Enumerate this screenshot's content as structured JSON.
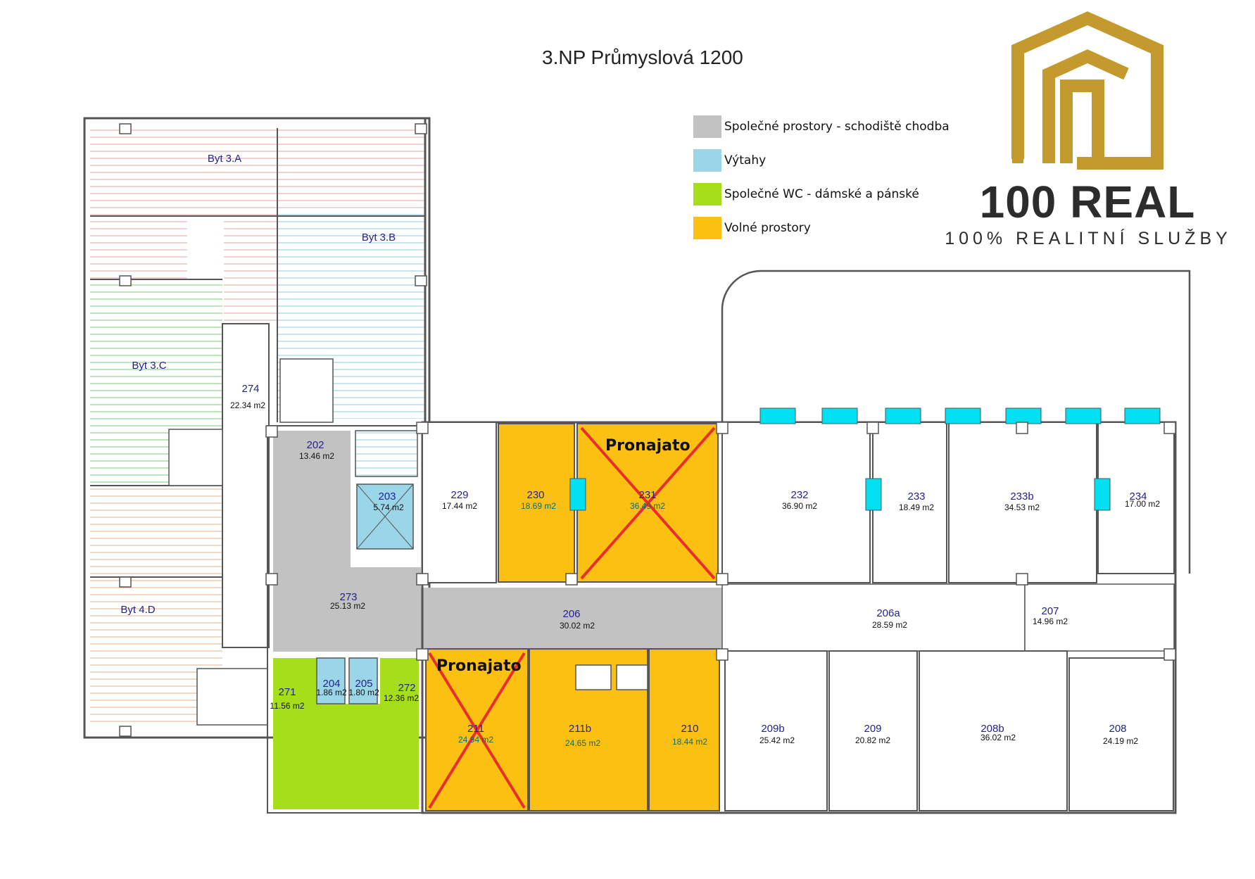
{
  "title": "3.NP Průmyslová 1200",
  "legend": [
    {
      "label": "Společné prostory - schodiště chodba",
      "color": "#c2c2c2"
    },
    {
      "label": "Výtahy",
      "color": "#9ad6e8"
    },
    {
      "label": "Společné WC - dámské a pánské",
      "color": "#a6de1c"
    },
    {
      "label": "Volné prostory",
      "color": "#fbc012"
    }
  ],
  "brand": {
    "name": "100 REAL",
    "tagline": "100% REALITNÍ SLUŽBY",
    "gold": "#c49a2e",
    "dark": "#2c2c2c"
  },
  "colors": {
    "common": "#c2c2c2",
    "lift": "#9ad6e8",
    "wc": "#a6de1c",
    "free": "#fbc012",
    "cross": "#e8302a",
    "wall": "#555555",
    "window_box": "#00e0f0"
  },
  "flats": [
    {
      "name": "Byt 3.A"
    },
    {
      "name": "Byt 3.B"
    },
    {
      "name": "Byt 3.C"
    },
    {
      "name": "Byt 4.D"
    }
  ],
  "rooms": {
    "r274": {
      "num": "274",
      "area": "22.34 m2"
    },
    "r202": {
      "num": "202",
      "area": "13.46 m2"
    },
    "r203": {
      "num": "203",
      "area": "5.74 m2"
    },
    "r229": {
      "num": "229",
      "area": "17.44 m2"
    },
    "r230": {
      "num": "230",
      "area": "18.69 m2"
    },
    "r231": {
      "num": "231",
      "area": "36.49 m2"
    },
    "r232": {
      "num": "232",
      "area": "36.90 m2"
    },
    "r233": {
      "num": "233",
      "area": "18.49 m2"
    },
    "r233b": {
      "num": "233b",
      "area": "34.53 m2"
    },
    "r234": {
      "num": "234",
      "area": "17.00 m2"
    },
    "r273": {
      "num": "273",
      "area": "25.13 m2"
    },
    "r206": {
      "num": "206",
      "area": "30.02 m2"
    },
    "r206a": {
      "num": "206a",
      "area": "28.59 m2"
    },
    "r207": {
      "num": "207",
      "area": "14.96 m2"
    },
    "r271": {
      "num": "271",
      "area": "11.56 m2"
    },
    "r204": {
      "num": "204",
      "area": "1.86 m2"
    },
    "r205": {
      "num": "205",
      "area": "1.80 m2"
    },
    "r272": {
      "num": "272",
      "area": "12.36 m2"
    },
    "r211": {
      "num": "211",
      "area": "24.94 m2"
    },
    "r211b": {
      "num": "211b",
      "area": "24.65 m2"
    },
    "r210": {
      "num": "210",
      "area": "18.44 m2"
    },
    "r209b": {
      "num": "209b",
      "area": "25.42 m2"
    },
    "r209": {
      "num": "209",
      "area": "20.82 m2"
    },
    "r208b": {
      "num": "208b",
      "area": "36.02 m2"
    },
    "r208": {
      "num": "208",
      "area": "24.19 m2"
    }
  },
  "rented": {
    "label": "Pronajato"
  }
}
